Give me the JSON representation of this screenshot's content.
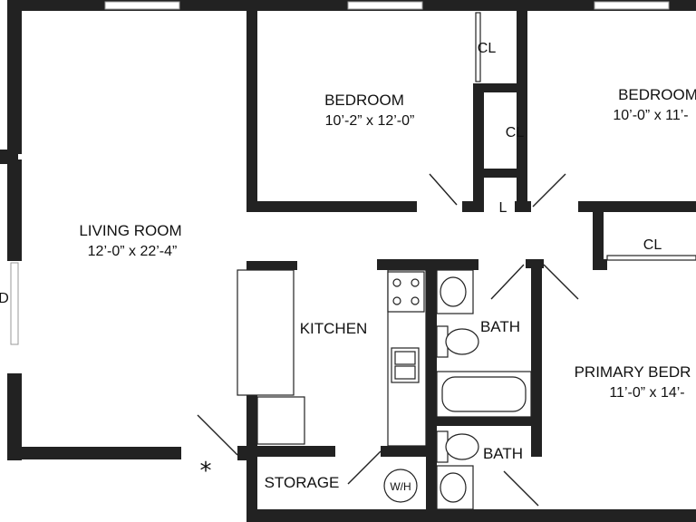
{
  "colors": {
    "wall": "#222222",
    "background": "#ffffff",
    "fixture_fill": "#e6e6e6"
  },
  "rooms": {
    "bedroom_1": {
      "name": "BEDROOM",
      "dims": "10’-2” x 12’-0”"
    },
    "bedroom_2": {
      "name": "BEDROOM",
      "dims": "10’-0” x 11’-"
    },
    "living_room": {
      "name": "LIVING ROOM",
      "dims": "12’-0” x 22’-4”"
    },
    "kitchen": {
      "name": "KITCHEN"
    },
    "bath_1": {
      "name": "BATH"
    },
    "bath_2": {
      "name": "BATH"
    },
    "primary_bedroom": {
      "name": "PRIMARY BEDR",
      "dims": "11’-0” x 14’-"
    },
    "storage": {
      "name": "STORAGE"
    }
  },
  "closets": {
    "cl_top": "CL",
    "cl_mid": "CL",
    "cl_right": "CL",
    "linen": "L"
  },
  "fixtures": {
    "water_heater": "W/H",
    "living_edge_label": "D",
    "asterisk": "*"
  }
}
